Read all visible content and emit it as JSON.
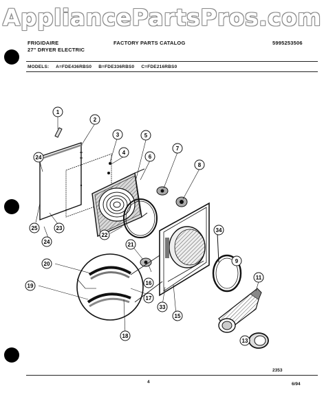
{
  "watermark": "AppliancePartsPros.com",
  "header": {
    "brand": "FRIGIDAIRE",
    "product": "27\" DRYER ELECTRIC",
    "catalog": "FACTORY PARTS CATALOG",
    "catalog_number": "5995253506"
  },
  "models": {
    "label": "MODELS:",
    "a": "A=FDE436RBS0",
    "b": "B=FDE336RBS0",
    "c": "C=FDE216RBS0"
  },
  "diagram": {
    "callouts": [
      "1",
      "2",
      "3",
      "4",
      "5",
      "6",
      "7",
      "8",
      "24",
      "25",
      "23",
      "24",
      "22",
      "21",
      "34",
      "9",
      "11",
      "20",
      "19",
      "16",
      "17",
      "18",
      "33",
      "15",
      "13"
    ]
  },
  "footer": {
    "drawing_number": "2353",
    "page": "4",
    "date": "6/94"
  }
}
